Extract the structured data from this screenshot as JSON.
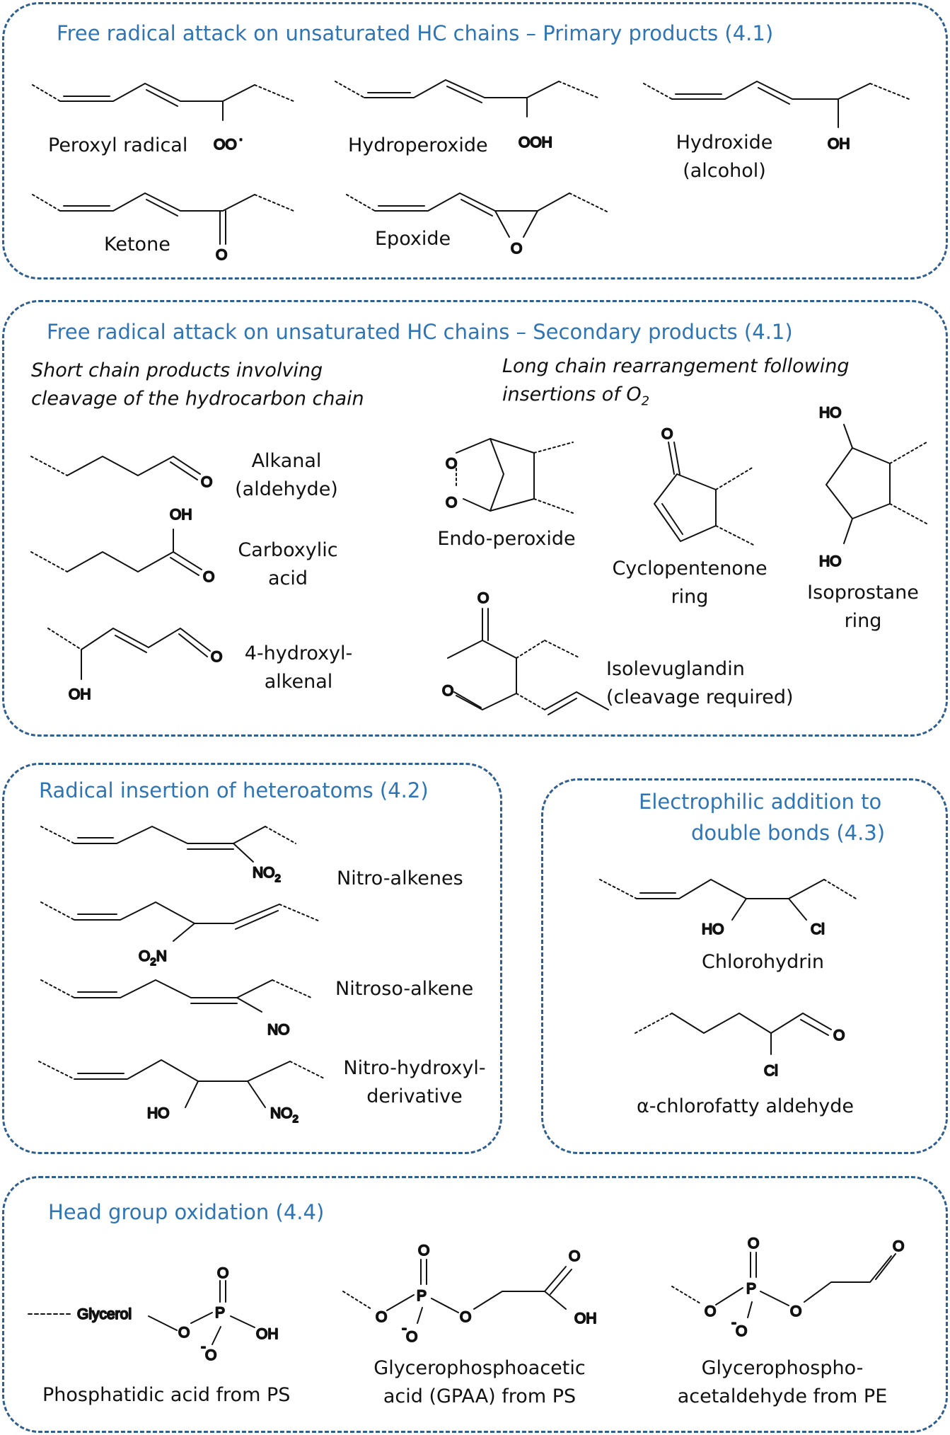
{
  "panels": {
    "primary": {
      "title": "Free radical attack on unsaturated HC chains – Primary products (4.1)",
      "labels": {
        "peroxyl": "Peroxyl radical",
        "hydroperoxide": "Hydroperoxide",
        "hydroxide_1": "Hydroxide",
        "hydroxide_2": "(alcohol)",
        "ketone": "Ketone",
        "epoxide": "Epoxide"
      }
    },
    "secondary": {
      "title": "Free radical attack on unsaturated HC chains – Secondary products (4.1)",
      "short_chain_1": "Short chain products involving",
      "short_chain_2": "cleavage of the hydrocarbon chain",
      "long_chain_1": "Long chain rearrangement following",
      "long_chain_2": "insertions of O",
      "long_chain_2_sub": "2",
      "labels": {
        "alkanal_1": "Alkanal",
        "alkanal_2": "(aldehyde)",
        "carboxylic_1": "Carboxylic",
        "carboxylic_2": "acid",
        "hydroxyl_alkenal_1": "4-hydroxyl-",
        "hydroxyl_alkenal_2": "alkenal",
        "endo_peroxide": "Endo-peroxide",
        "cyclopentenone_1": "Cyclopentenone",
        "cyclopentenone_2": "ring",
        "isoprostane_1": "Isoprostane",
        "isoprostane_2": "ring",
        "isolevuglandin_1": "Isolevuglandin",
        "isolevuglandin_2": "(cleavage required)"
      }
    },
    "radical_insertion": {
      "title": "Radical insertion of heteroatoms (4.2)",
      "labels": {
        "nitro_alkenes": "Nitro-alkenes",
        "nitroso_alkene": "Nitroso-alkene",
        "nitro_hydroxyl_1": "Nitro-hydroxyl-",
        "nitro_hydroxyl_2": "derivative"
      }
    },
    "electrophilic": {
      "title_1": "Electrophilic addition to",
      "title_2": "double bonds (4.3)",
      "labels": {
        "chlorohydrin": "Chlorohydrin",
        "chlorofatty": "α-chlorofatty aldehyde"
      }
    },
    "head_group": {
      "title": "Head group oxidation (4.4)",
      "labels": {
        "phosphatidic": "Phosphatidic acid from PS",
        "gpaa_1": "Glycerophosphoacetic",
        "gpaa_2": "acid (GPAA) from PS",
        "gpac_1": "Glycerophospho-",
        "gpac_2": "acetaldehyde from PE"
      }
    }
  },
  "atoms": {
    "oo_radical": "OO",
    "radical_dot": "·",
    "ooh": "OOH",
    "oh": "OH",
    "o": "O",
    "ho": "HO",
    "no2": "NO",
    "no2_sub": "2",
    "o2n": "O",
    "o2n_sub": "2",
    "o2n_tail": "N",
    "no": "NO",
    "cl": "Cl",
    "p": "P",
    "glycerol": "Glycerol",
    "minus": "-"
  }
}
